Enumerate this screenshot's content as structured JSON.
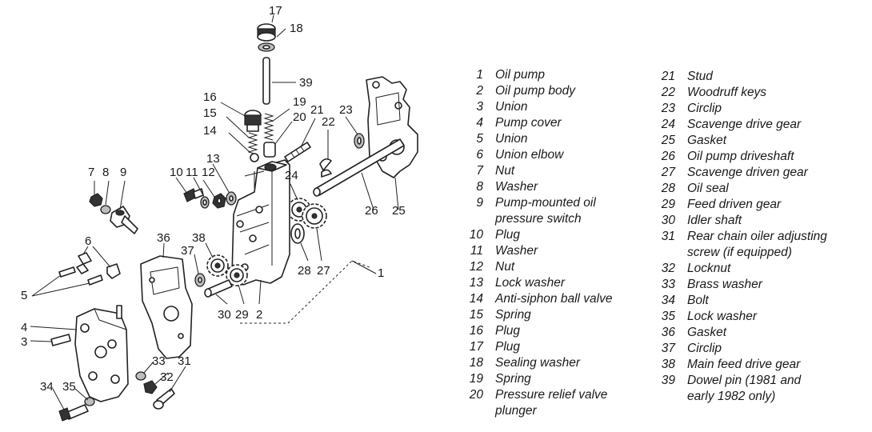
{
  "callouts": {
    "c1": "1",
    "c2": "2",
    "c3": "3",
    "c4": "4",
    "c5": "5",
    "c6": "6",
    "c7": "7",
    "c8": "8",
    "c9": "9",
    "c10": "10",
    "c11": "11",
    "c12": "12",
    "c13": "13",
    "c14": "14",
    "c15": "15",
    "c16": "16",
    "c17": "17",
    "c18": "18",
    "c19": "19",
    "c20": "20",
    "c21": "21",
    "c22": "22",
    "c23": "23",
    "c24": "24",
    "c25": "25",
    "c26": "26",
    "c27": "27",
    "c28": "28",
    "c29": "29",
    "c30": "30",
    "c31": "31",
    "c32": "32",
    "c33": "33",
    "c34": "34",
    "c35": "35",
    "c36": "36",
    "c37": "37",
    "c38": "38",
    "c39": "39"
  },
  "legend_left": [
    {
      "num": "1",
      "lines": [
        "Oil pump"
      ]
    },
    {
      "num": "2",
      "lines": [
        "Oil pump body"
      ]
    },
    {
      "num": "3",
      "lines": [
        "Union"
      ]
    },
    {
      "num": "4",
      "lines": [
        "Pump cover"
      ]
    },
    {
      "num": "5",
      "lines": [
        "Union"
      ]
    },
    {
      "num": "6",
      "lines": [
        "Union elbow"
      ]
    },
    {
      "num": "7",
      "lines": [
        "Nut"
      ]
    },
    {
      "num": "8",
      "lines": [
        "Washer"
      ]
    },
    {
      "num": "9",
      "lines": [
        "Pump-mounted oil",
        "pressure switch"
      ]
    },
    {
      "num": "10",
      "lines": [
        "Plug"
      ]
    },
    {
      "num": "11",
      "lines": [
        "Washer"
      ]
    },
    {
      "num": "12",
      "lines": [
        "Nut"
      ]
    },
    {
      "num": "13",
      "lines": [
        "Lock washer"
      ]
    },
    {
      "num": "14",
      "lines": [
        "Anti-siphon ball valve"
      ]
    },
    {
      "num": "15",
      "lines": [
        "Spring"
      ]
    },
    {
      "num": "16",
      "lines": [
        "Plug"
      ]
    },
    {
      "num": "17",
      "lines": [
        "Plug"
      ]
    },
    {
      "num": "18",
      "lines": [
        "Sealing washer"
      ]
    },
    {
      "num": "19",
      "lines": [
        "Spring"
      ]
    },
    {
      "num": "20",
      "lines": [
        "Pressure relief valve",
        "plunger"
      ]
    }
  ],
  "legend_right": [
    {
      "num": "21",
      "lines": [
        "Stud"
      ]
    },
    {
      "num": "22",
      "lines": [
        "Woodruff keys"
      ]
    },
    {
      "num": "23",
      "lines": [
        "Circlip"
      ]
    },
    {
      "num": "24",
      "lines": [
        "Scavenge drive gear"
      ]
    },
    {
      "num": "25",
      "lines": [
        "Gasket"
      ]
    },
    {
      "num": "26",
      "lines": [
        "Oil pump driveshaft"
      ]
    },
    {
      "num": "27",
      "lines": [
        "Scavenge driven gear"
      ]
    },
    {
      "num": "28",
      "lines": [
        "Oil seal"
      ]
    },
    {
      "num": "29",
      "lines": [
        "Feed driven gear"
      ]
    },
    {
      "num": "30",
      "lines": [
        "Idler shaft"
      ]
    },
    {
      "num": "31",
      "lines": [
        "Rear chain oiler adjusting",
        "screw (if equipped)"
      ]
    },
    {
      "num": "32",
      "lines": [
        "Locknut"
      ]
    },
    {
      "num": "33",
      "lines": [
        "Brass washer"
      ]
    },
    {
      "num": "34",
      "lines": [
        "Bolt"
      ]
    },
    {
      "num": "35",
      "lines": [
        "Lock washer"
      ]
    },
    {
      "num": "36",
      "lines": [
        "Gasket"
      ]
    },
    {
      "num": "37",
      "lines": [
        "Circlip"
      ]
    },
    {
      "num": "38",
      "lines": [
        "Main feed drive gear"
      ]
    },
    {
      "num": "39",
      "lines": [
        "Dowel pin (1981 and",
        "early 1982 only)"
      ]
    }
  ]
}
